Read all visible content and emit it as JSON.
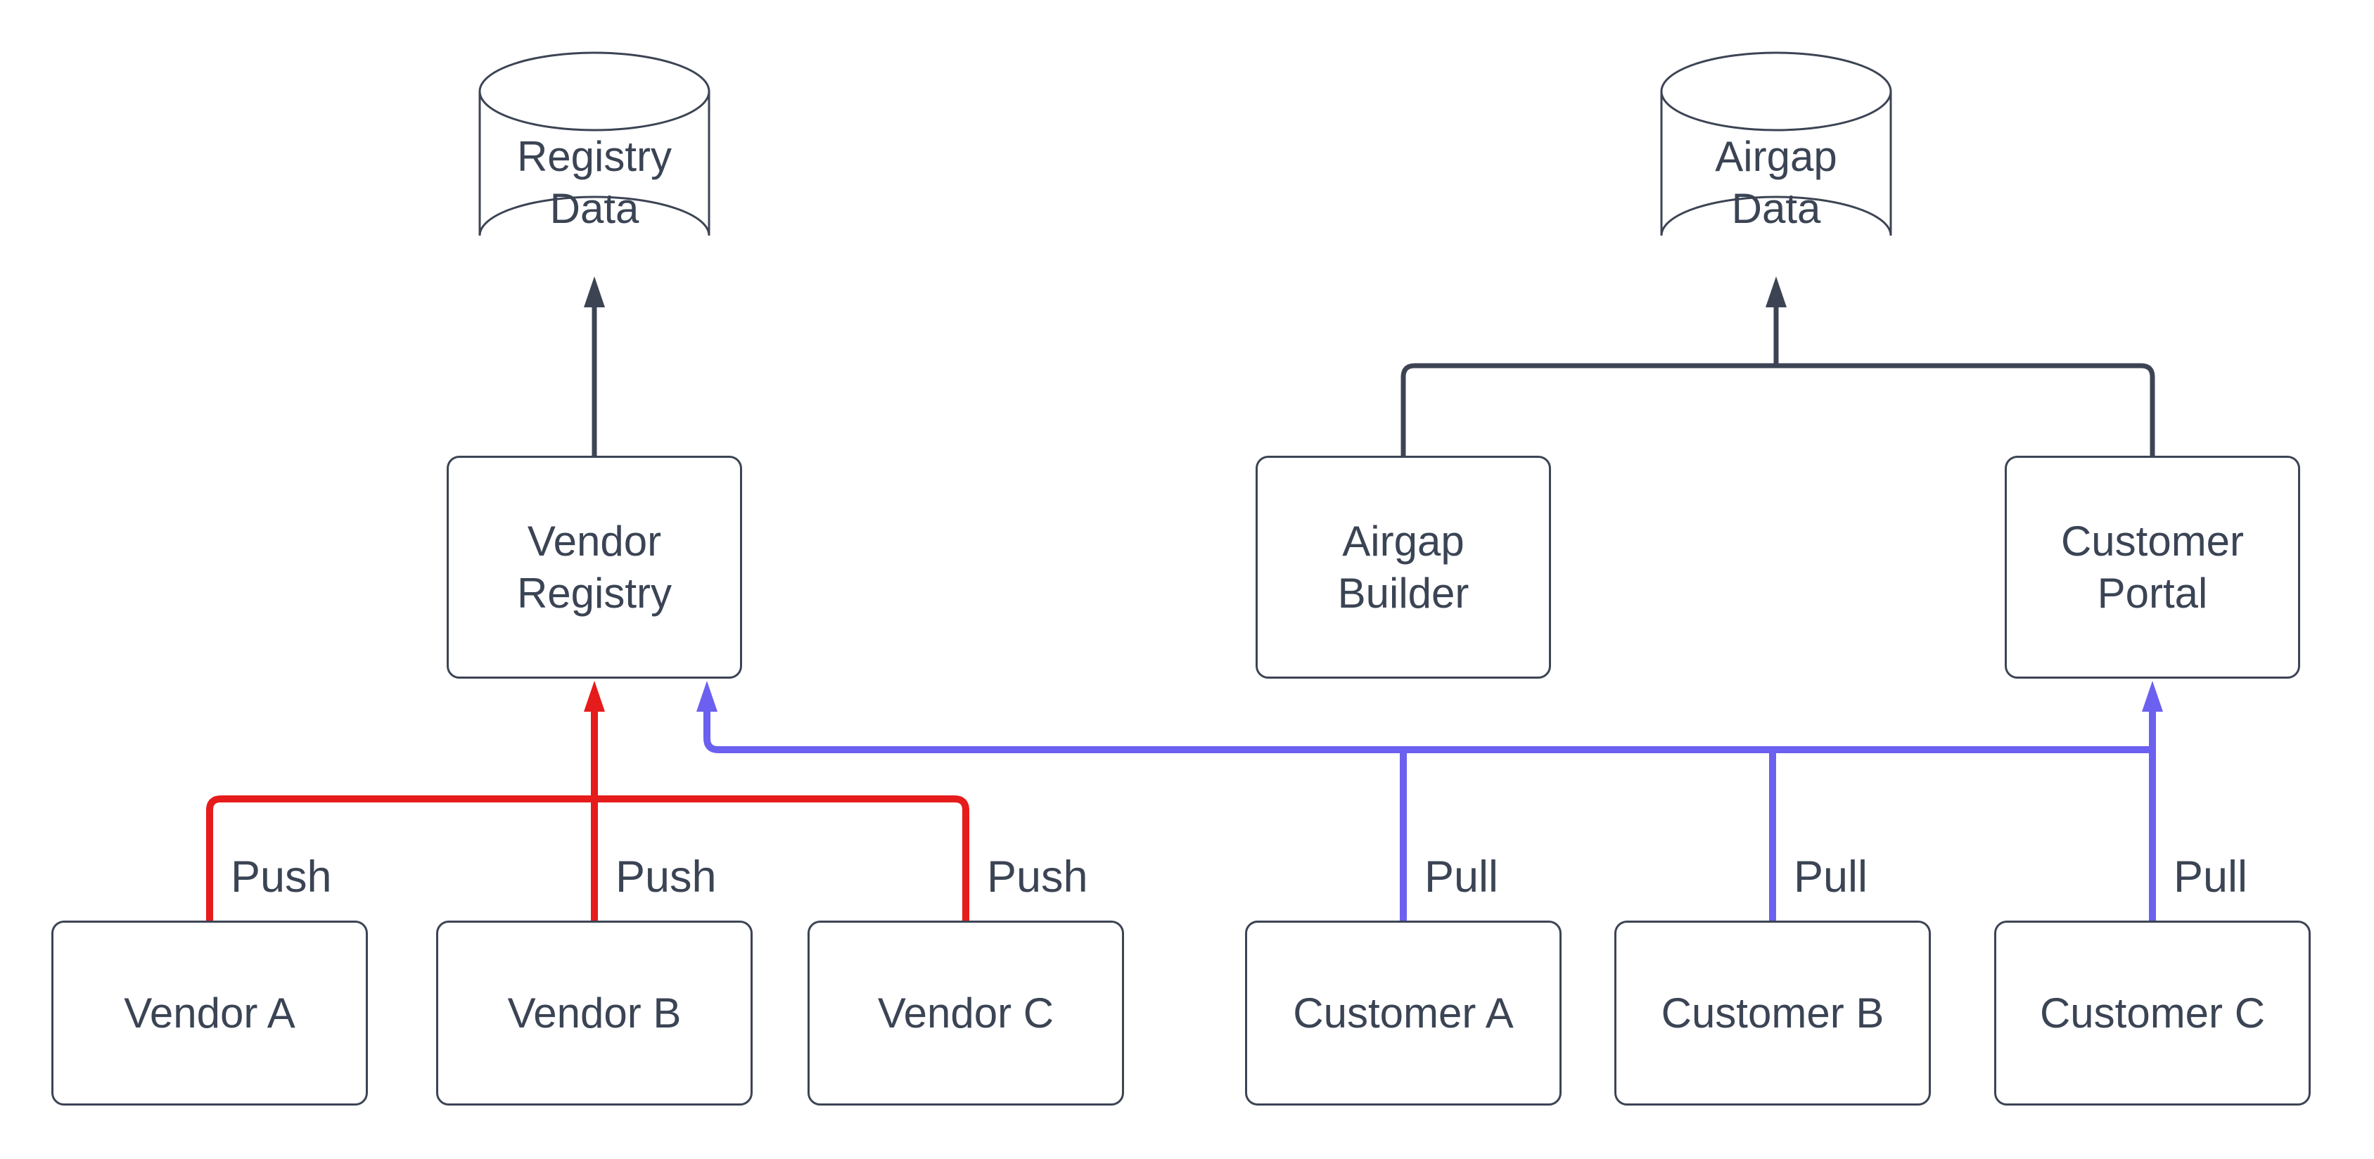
{
  "diagram": {
    "nodes": {
      "registry_data": {
        "line1": "Registry",
        "line2": "Data"
      },
      "airgap_data": {
        "line1": "Airgap",
        "line2": "Data"
      },
      "vendor_registry": {
        "line1": "Vendor",
        "line2": "Registry"
      },
      "airgap_builder": {
        "line1": "Airgap",
        "line2": "Builder"
      },
      "customer_portal": {
        "line1": "Customer",
        "line2": "Portal"
      },
      "vendor_a": {
        "label": "Vendor A"
      },
      "vendor_b": {
        "label": "Vendor B"
      },
      "vendor_c": {
        "label": "Vendor C"
      },
      "customer_a": {
        "label": "Customer A"
      },
      "customer_b": {
        "label": "Customer B"
      },
      "customer_c": {
        "label": "Customer C"
      }
    },
    "edge_labels": {
      "push": [
        "Push",
        "Push",
        "Push"
      ],
      "pull": [
        "Pull",
        "Pull",
        "Pull"
      ]
    },
    "colors": {
      "stroke-dark": "#3c4454",
      "push-red": "#e61b1b",
      "pull-blue": "#6c60f0",
      "node-fill": "#ffffff",
      "text": "#3b4454"
    }
  }
}
